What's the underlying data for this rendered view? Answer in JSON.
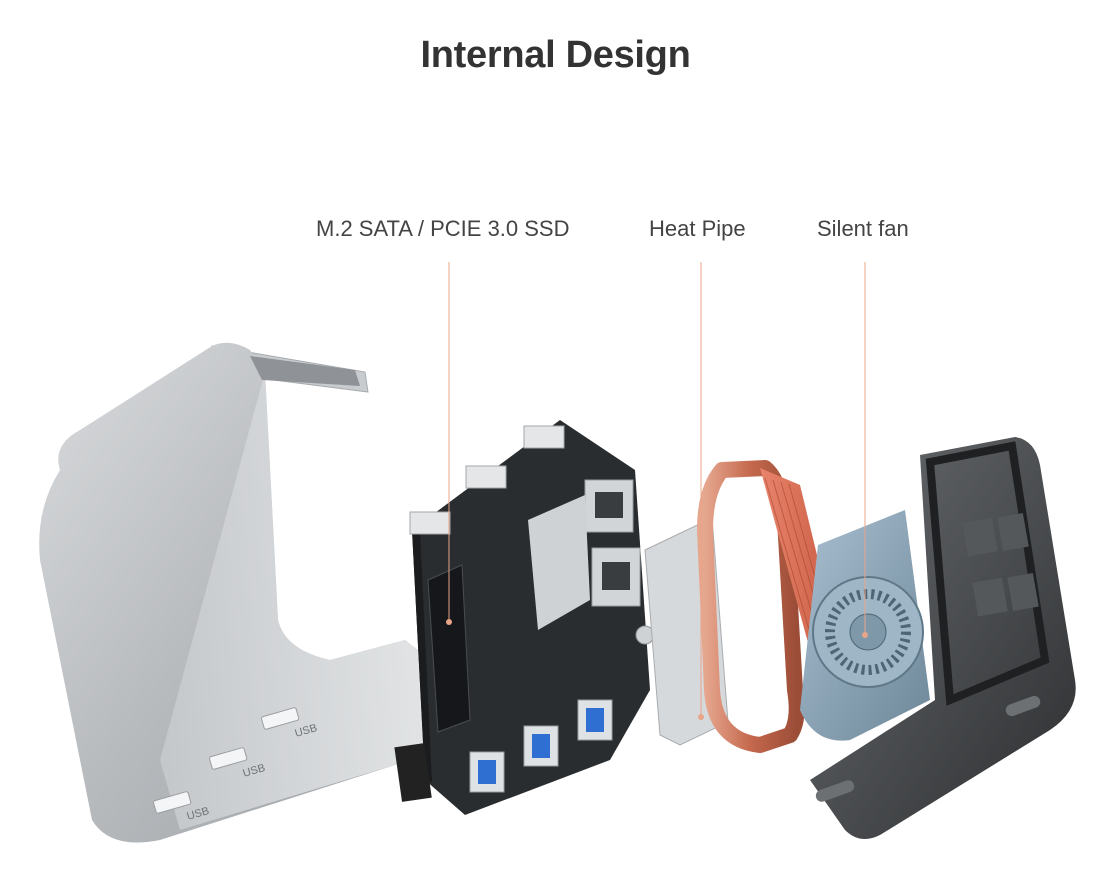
{
  "title": "Internal Design",
  "callouts": [
    {
      "id": "ssd",
      "label": "M.2 SATA / PCIE 3.0 SSD"
    },
    {
      "id": "heat-pipe",
      "label": "Heat Pipe"
    },
    {
      "id": "fan",
      "label": "Silent fan"
    }
  ],
  "case_labels": [
    "USB",
    "USB",
    "USB"
  ],
  "colors": {
    "title": "#333333",
    "label": "#444444",
    "leader_line": "#e8a58a",
    "aluminum": "#b9bcbf",
    "pcb": "#2a2d30",
    "copper": "#c9735a",
    "fan_blue": "#8ea9bd",
    "usb_blue": "#2f6fd1"
  }
}
